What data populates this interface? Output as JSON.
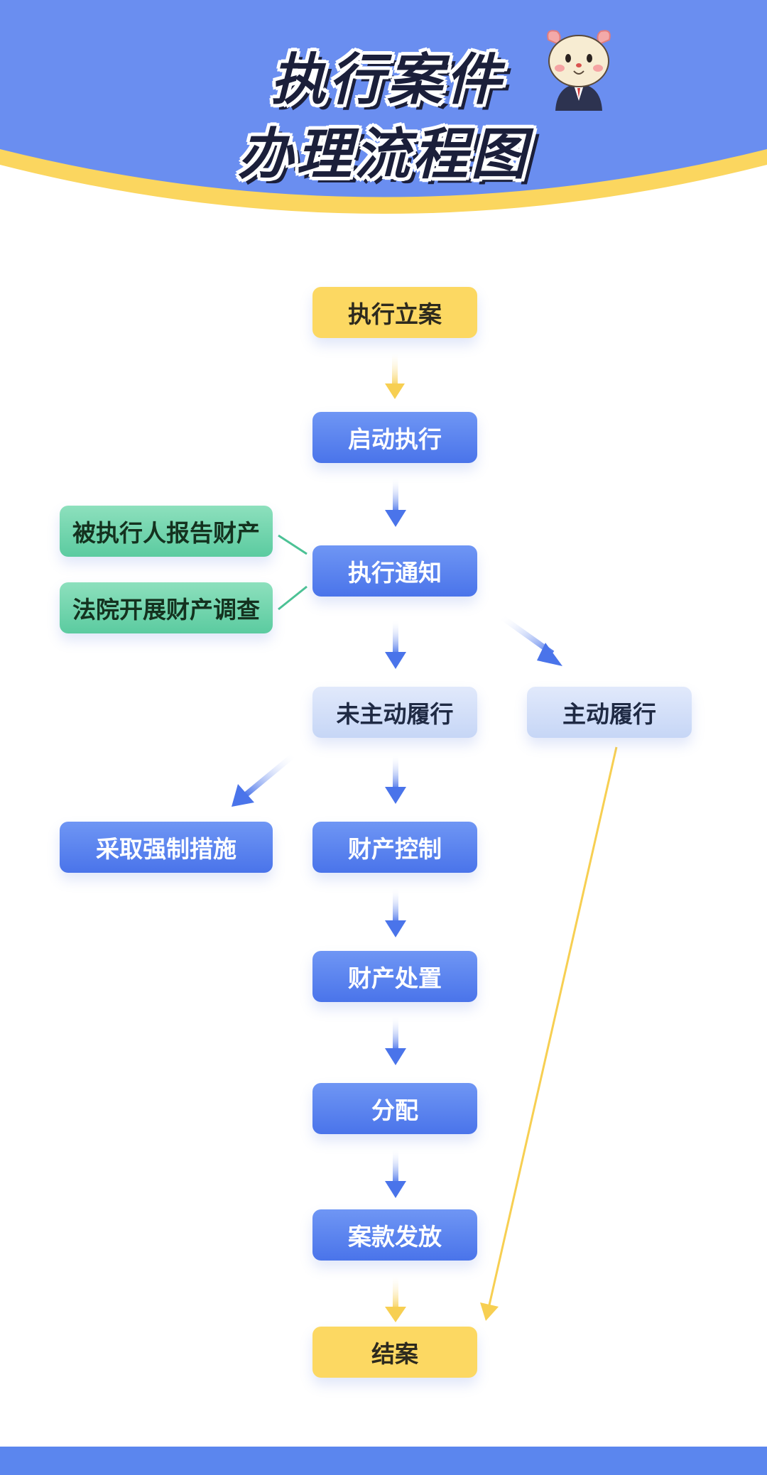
{
  "header": {
    "title_line1": "执行案件",
    "title_line2": "办理流程图"
  },
  "colors": {
    "header_blue": "#6a8ef0",
    "accent_yellow": "#fcd862",
    "node_blue": "#5a82ee",
    "node_green": "#6dd3ab",
    "node_light": "#d3def8"
  },
  "mascot": {
    "icon": "mascot-icon"
  },
  "nodes": {
    "register": "执行立案",
    "start": "启动执行",
    "notice": "执行通知",
    "report": "被执行人报告财产",
    "investigate": "法院开展财产调查",
    "not_perform": "未主动履行",
    "perform": "主动履行",
    "enforce": "采取强制措施",
    "control": "财产控制",
    "dispose": "财产处置",
    "distribute": "分配",
    "payout": "案款发放",
    "close": "结案"
  }
}
